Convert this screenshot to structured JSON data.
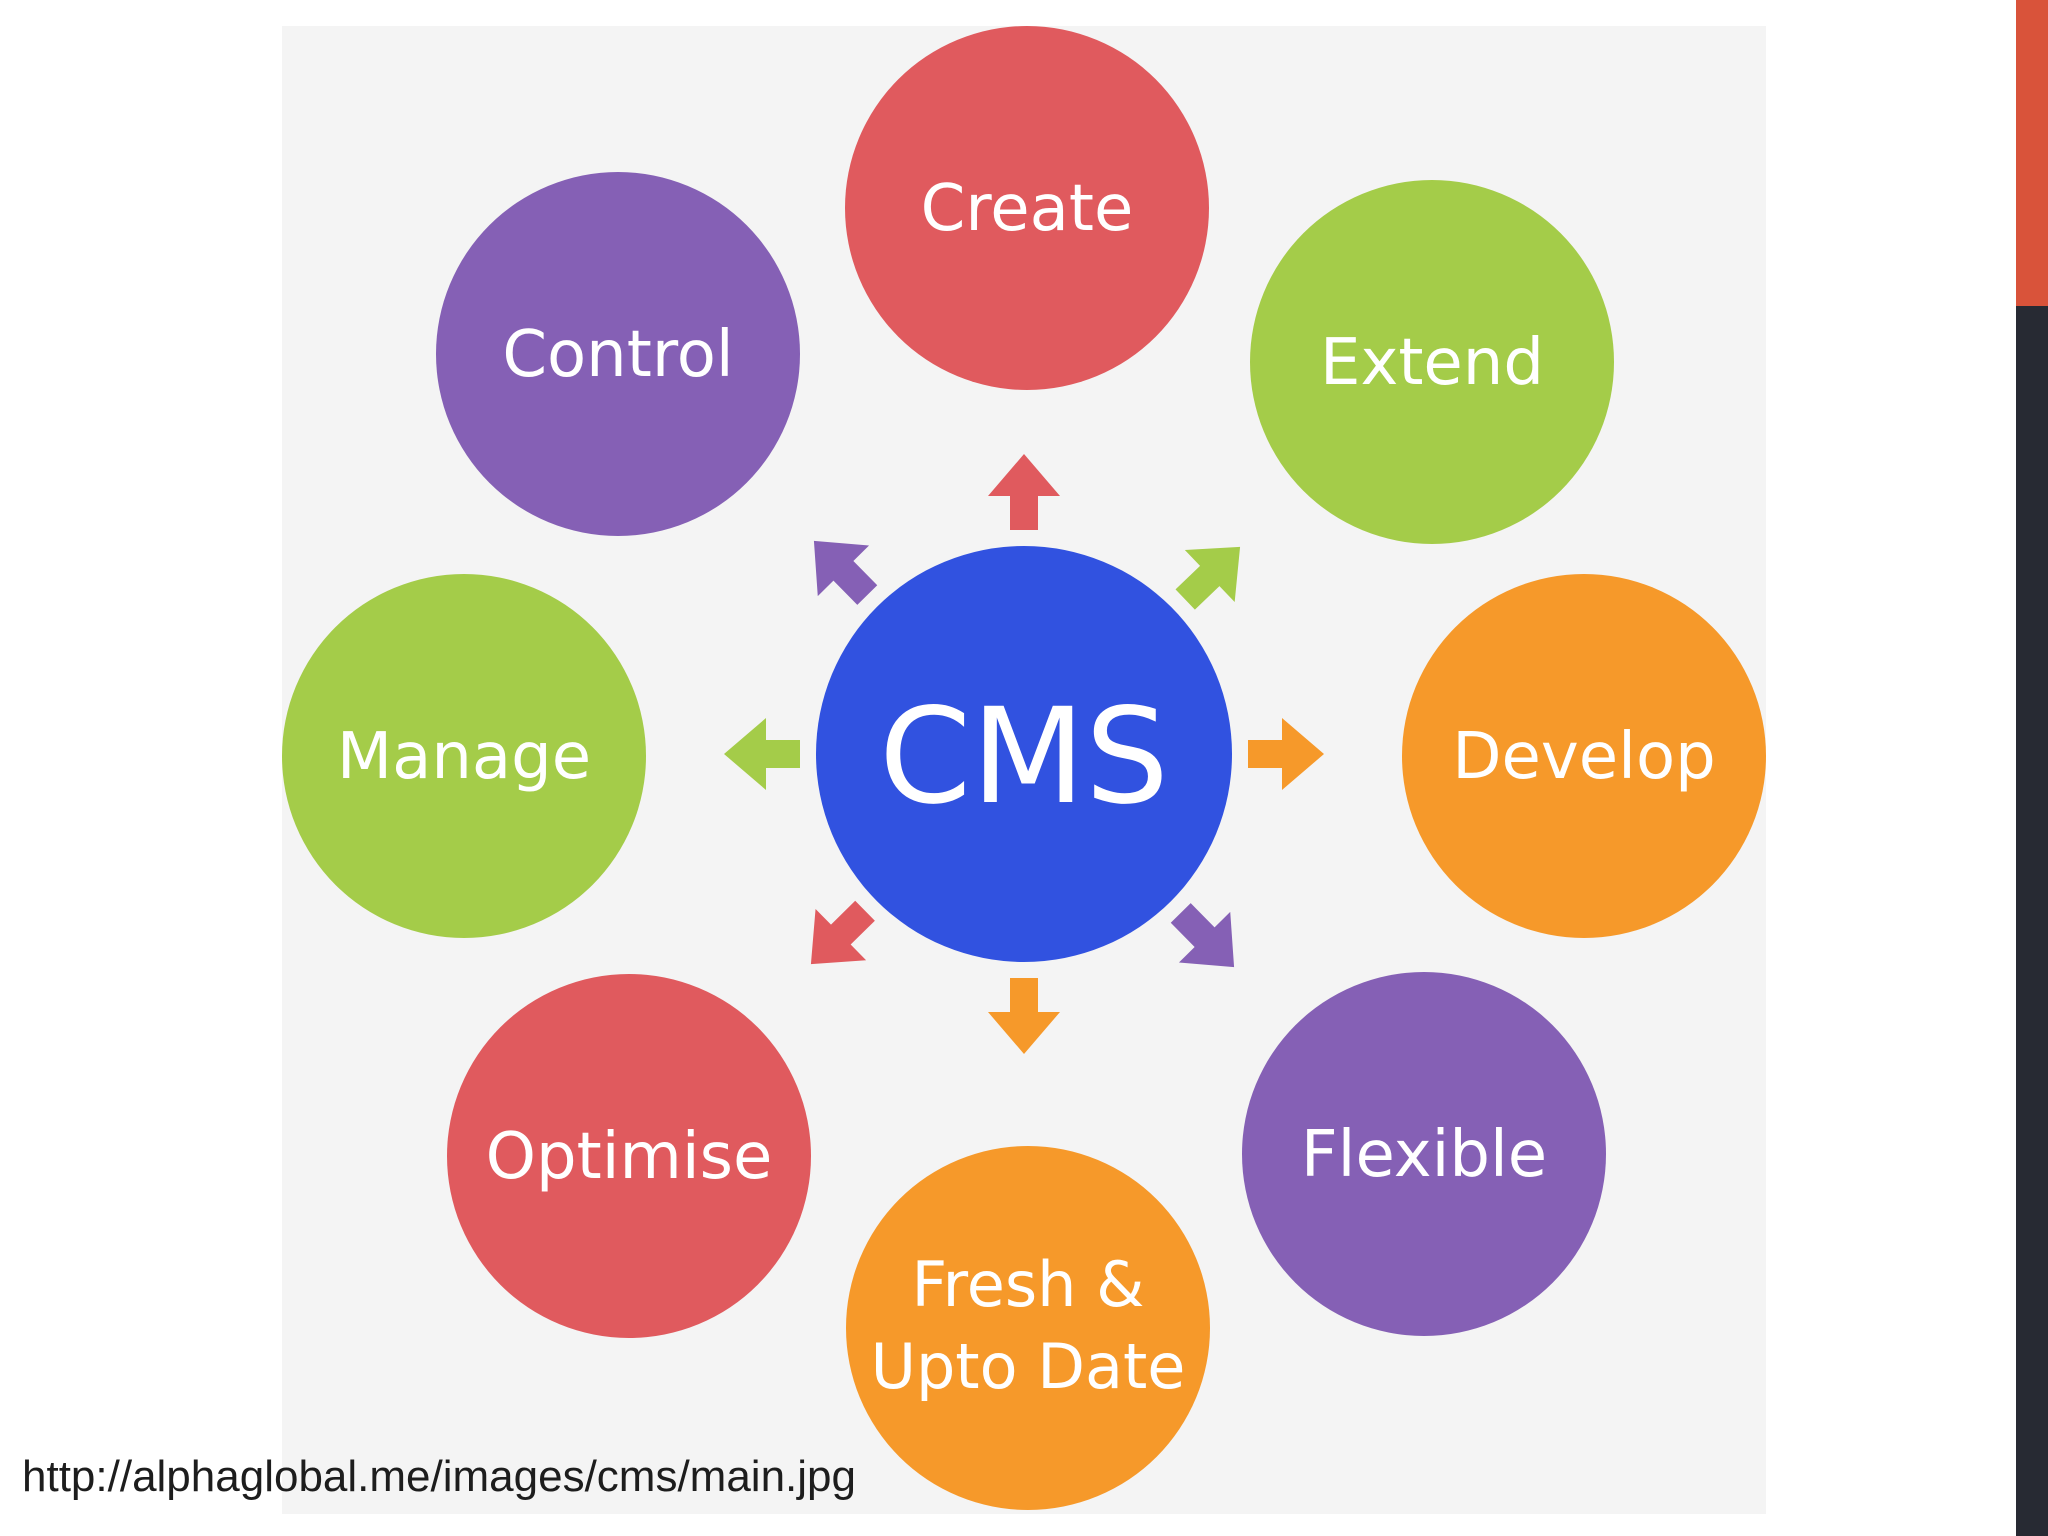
{
  "center": {
    "label": "CMS",
    "color": "#3152e0"
  },
  "nodes": [
    {
      "id": "create",
      "label": "Create",
      "color": "#e05a5e"
    },
    {
      "id": "extend",
      "label": "Extend",
      "color": "#a4cc49"
    },
    {
      "id": "develop",
      "label": "Develop",
      "color": "#f6992a"
    },
    {
      "id": "flexible",
      "label": "Flexible",
      "color": "#8560b5"
    },
    {
      "id": "fresh",
      "label": "Fresh &",
      "label2": "Upto Date",
      "color": "#f6992a"
    },
    {
      "id": "optimise",
      "label": "Optimise",
      "color": "#e05a5e"
    },
    {
      "id": "manage",
      "label": "Manage",
      "color": "#a4cc49"
    },
    {
      "id": "control",
      "label": "Control",
      "color": "#8560b5"
    }
  ],
  "arrows": [
    {
      "target": "create",
      "color": "#e05a5e"
    },
    {
      "target": "extend",
      "color": "#a4cc49"
    },
    {
      "target": "develop",
      "color": "#f6992a"
    },
    {
      "target": "flexible",
      "color": "#8560b5"
    },
    {
      "target": "fresh",
      "color": "#f6992a"
    },
    {
      "target": "optimise",
      "color": "#e05a5e"
    },
    {
      "target": "manage",
      "color": "#a4cc49"
    },
    {
      "target": "control",
      "color": "#8560b5"
    }
  ],
  "source_url": "http://alphaglobal.me/images/cms/main.jpg",
  "theme": {
    "sidebar": "#272a33",
    "accent": "#d9533a",
    "panel": "#f4f4f4"
  }
}
